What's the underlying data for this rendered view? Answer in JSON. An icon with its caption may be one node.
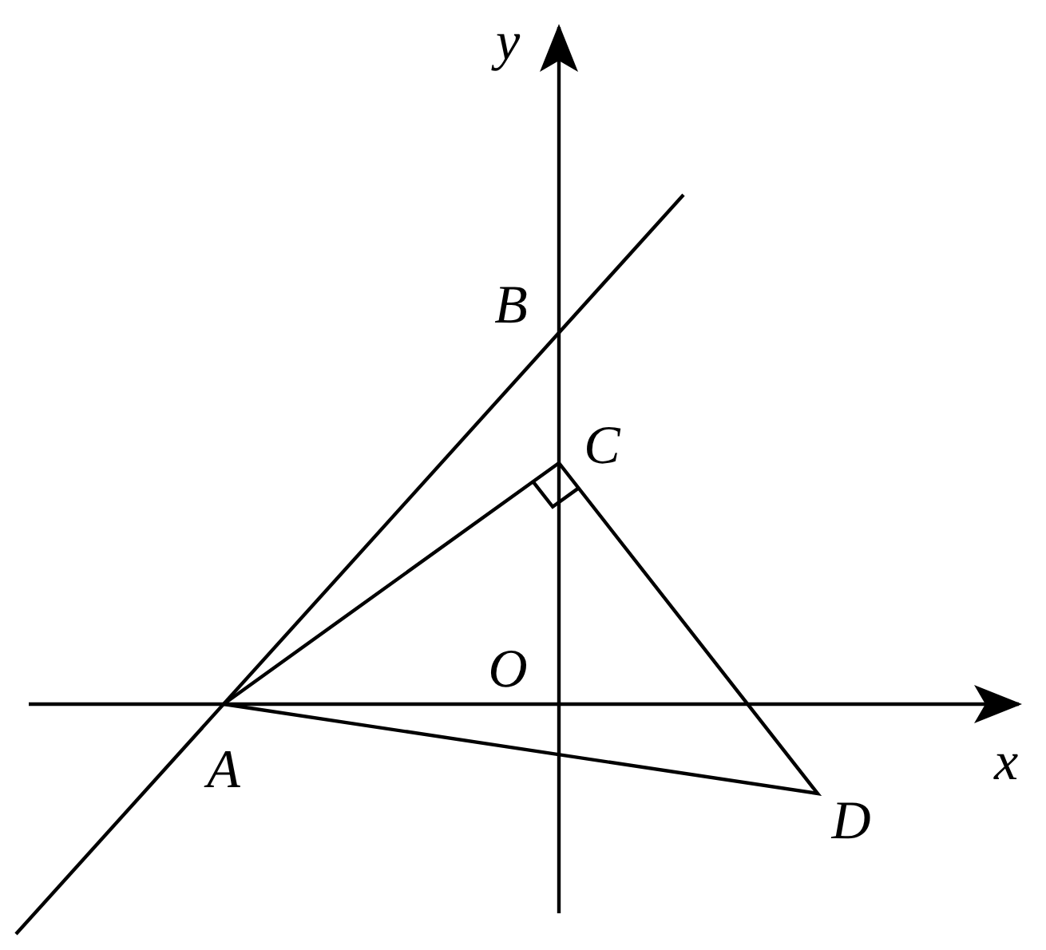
{
  "diagram": {
    "labels": [
      "y",
      "B",
      "C",
      "O",
      "A",
      "x",
      "D"
    ]
  }
}
